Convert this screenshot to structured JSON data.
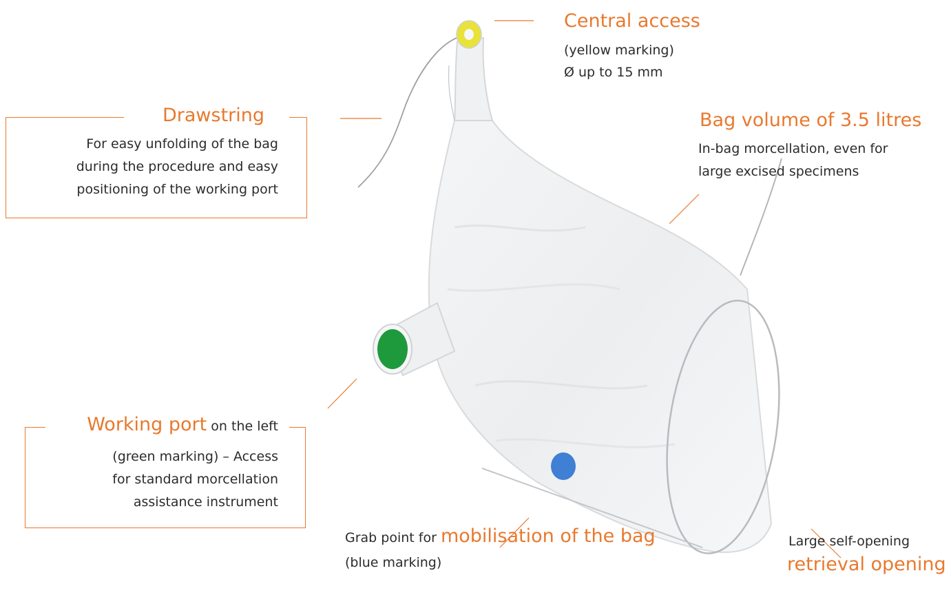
{
  "central_access": {
    "title": "Central access",
    "line1": "(yellow marking)",
    "line2": "Ø up to 15 mm"
  },
  "drawstring": {
    "title": "Drawstring",
    "line1": "For easy unfolding of the bag",
    "line2": "during the procedure and easy",
    "line3": "positioning of the working port"
  },
  "bag_volume": {
    "title": "Bag volume of 3.5 litres",
    "line1": "In-bag morcellation, even for",
    "line2": "large excised specimens"
  },
  "working_port": {
    "title": "Working port",
    "title_suffix": " on the left",
    "line1": "(green marking) – Access",
    "line2": "for standard morcellation",
    "line3": "assistance instrument"
  },
  "grab_point": {
    "prefix": "Grab point for ",
    "title": "mobilisation of the bag",
    "line1": "(blue marking)"
  },
  "retrieval": {
    "line1": "Large self-opening",
    "title": "retrieval opening"
  },
  "colors": {
    "accent": "#e8792e",
    "yellow_marking": "#e8e23a",
    "green_marking": "#1e9a3c",
    "blue_marking": "#3f7fd4"
  }
}
